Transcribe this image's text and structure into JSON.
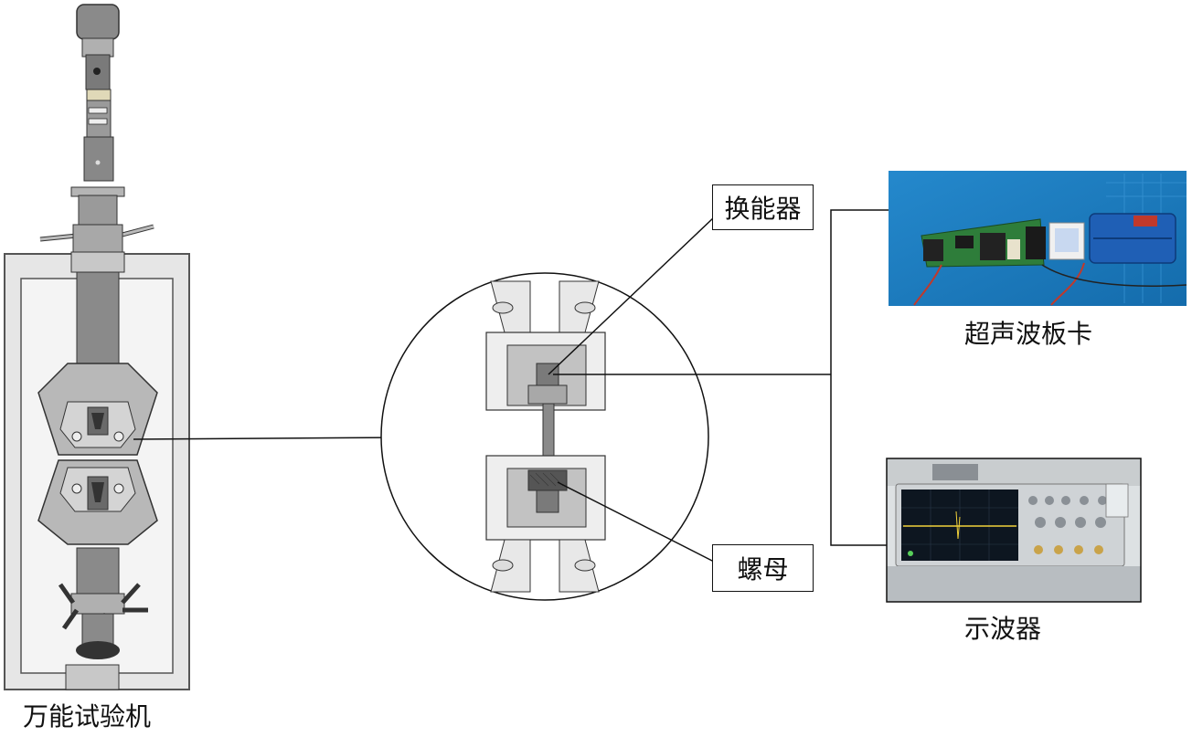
{
  "labels": {
    "machine": "万能试验机",
    "transducer": "换能器",
    "nut": "螺母",
    "board": "超声波板卡",
    "oscilloscope": "示波器"
  },
  "colors": {
    "frame_fill": "#e6e6e6",
    "frame_stroke": "#555555",
    "metal_light": "#c8c8c8",
    "metal_mid": "#9a9a9a",
    "metal_dark": "#6e6e6e",
    "pcb_bg": "#1c7fc4",
    "pcb_green": "#2e7d3a",
    "battery_blue": "#1f5fb5",
    "scope_body": "#cfd3d6",
    "scope_screen": "#0d1620",
    "trace_yellow": "#f2d23a"
  },
  "icons": {
    "board_photo": "circuit-board-icon",
    "scope_photo": "oscilloscope-icon"
  }
}
